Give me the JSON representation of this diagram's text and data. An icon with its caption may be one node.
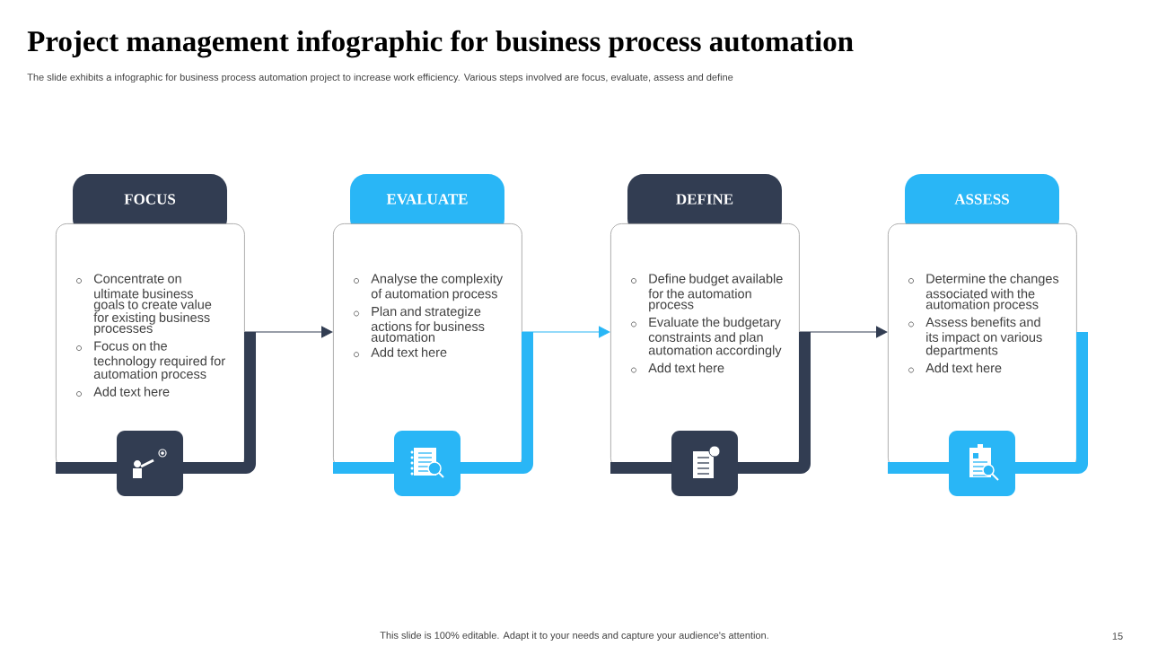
{
  "diagram": {
    "title": "Project management infographic for business process automation",
    "nodes": [
      {
        "text": [
          "FOCUS",
          "Concentrate on ultimate business goals to create value for existing business processes",
          "Focus on the technology required for automation process",
          "Add text here"
        ]
      },
      {
        "text": [
          "EVALUATE",
          "Analyse the complexity of automation process",
          "Plan and strategize actions for business automation",
          "Add text here"
        ]
      },
      {
        "text": [
          "DEFINE",
          "Define budget available for the automation process",
          "Evaluate the budgetary constraints and plan automation accordingly",
          "Add text here"
        ]
      },
      {
        "text": [
          "ASSESS",
          "Determine the changes associated with the automation process",
          "Assess benefits and its impact on various departments",
          "Add text here"
        ]
      }
    ],
    "edges": [
      {
        "from": 0,
        "to": 1,
        "arrow": "to"
      },
      {
        "from": 1,
        "to": 2,
        "arrow": "to",
        "color": "#29b6f6"
      },
      {
        "from": 2,
        "to": 3,
        "arrow": "to"
      }
    ],
    "labels": [
      "The slide exhibits a infographic for business process automation project to increase work efficiency. Various steps involved are focus, evaluate, assess and define",
      "This slide is 100% editable. Adapt it to your needs and capture your audience's attention.",
      "15"
    ]
  }
}
